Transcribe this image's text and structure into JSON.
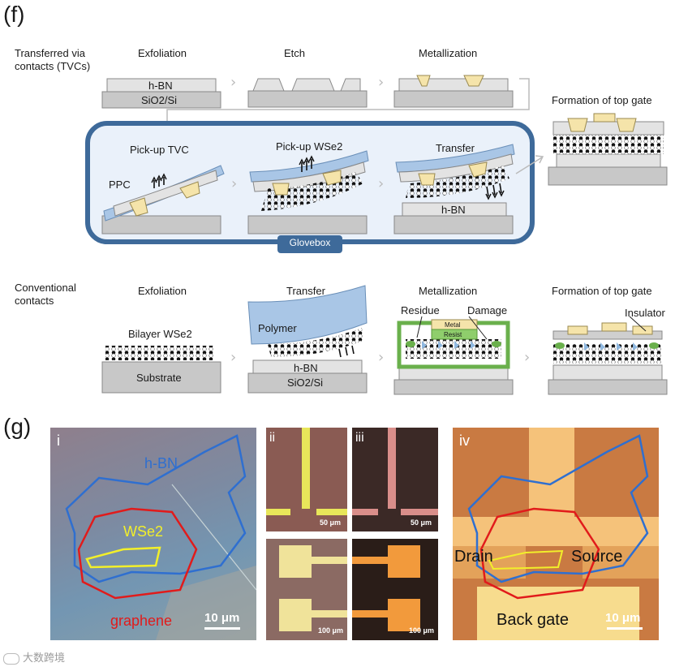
{
  "panel_f": {
    "label": "(f)",
    "tvc": {
      "row_label": "Transferred via\ncontacts (TVCs)",
      "step1": "Exfoliation",
      "step2": "Etch",
      "step3": "Metallization",
      "step4": "Formation of top gate",
      "hbn": "h-BN",
      "sio2_si": "SiO2/Si",
      "glovebox": {
        "step_a": "Pick-up TVC",
        "step_b": "Pick-up WSe2",
        "step_c": "Transfer",
        "ppc": "PPC",
        "hbn": "h-BN",
        "label": "Glovebox"
      }
    },
    "conventional": {
      "row_label": "Conventional\ncontacts",
      "step1": "Exfoliation",
      "step2": "Transfer",
      "step3": "Metallization",
      "step4": "Formation of top gate",
      "bilayer": "Bilayer WSe2",
      "substrate": "Substrate",
      "polymer": "Polymer",
      "hbn": "h-BN",
      "sio2_si": "SiO2/Si",
      "residue": "Residue",
      "damage": "Damage",
      "metal": "Metal",
      "resist": "Resist",
      "insulator": "Insulator"
    }
  },
  "panel_g": {
    "label": "(g)",
    "i": {
      "tag": "i",
      "hbn": "h-BN",
      "wse2": "WSe2",
      "graphene": "graphene",
      "scale": "10 μm"
    },
    "ii": {
      "tag": "ii",
      "scale_top": "50 μm",
      "scale_bottom": "100 μm"
    },
    "iii": {
      "tag": "iii",
      "scale_top": "50 μm",
      "scale_bottom": "100 μm"
    },
    "iv": {
      "tag": "iv",
      "drain": "Drain",
      "source": "Source",
      "back_gate": "Back gate",
      "scale": "10 μm"
    }
  },
  "watermark": "大数跨境",
  "colors": {
    "glovebox_border": "#3e6a9a",
    "glovebox_fill": "#eaf1fa",
    "ppc_blue": "#a9c6e6",
    "contact_yellow": "#f5e4aa",
    "hbn_gray": "#e3e3e3",
    "substrate_gray": "#c8c8c8",
    "outline_blue": "#2f6fd0",
    "outline_red": "#e11b1b",
    "outline_yellow": "#f2ef2a"
  }
}
